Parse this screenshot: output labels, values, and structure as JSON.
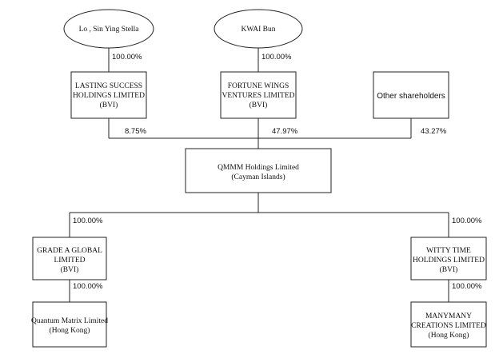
{
  "owners": {
    "lo": "Lo , Sin Ying Stella",
    "kwai": "KWAI Bun",
    "other": "Other shareholders"
  },
  "bvi_holders": {
    "lasting": [
      "LASTING SUCCESS",
      "HOLDINGS LIMITED",
      "(BVI)"
    ],
    "fortune": [
      "FORTUNE WINGS",
      "VENTURES LIMITED",
      "(BVI)"
    ]
  },
  "holding_company": [
    "QMMM Holdings Limited",
    "(Cayman Islands)"
  ],
  "subsidiaries": {
    "grade": [
      "GRADE A GLOBAL",
      "LIMITED",
      "(BVI)"
    ],
    "witty": [
      "WITTY TIME",
      "HOLDINGS LIMITED",
      "(BVI)"
    ],
    "quantum": [
      "Quantum Matrix Limited",
      "(Hong Kong)"
    ],
    "manymany": [
      "MANYMANY",
      "CREATIONS LIMITED",
      "(Hong Kong)"
    ]
  },
  "percentages": {
    "lo_to_lasting": "100.00%",
    "kwai_to_fortune": "100.00%",
    "lasting_to_qmmm": "8.75%",
    "fortune_to_qmmm": "47.97%",
    "other_to_qmmm": "43.27%",
    "qmmm_to_grade": "100.00%",
    "qmmm_to_witty": "100.00%",
    "grade_to_quantum": "100.00%",
    "witty_to_manymany": "100.00%"
  }
}
